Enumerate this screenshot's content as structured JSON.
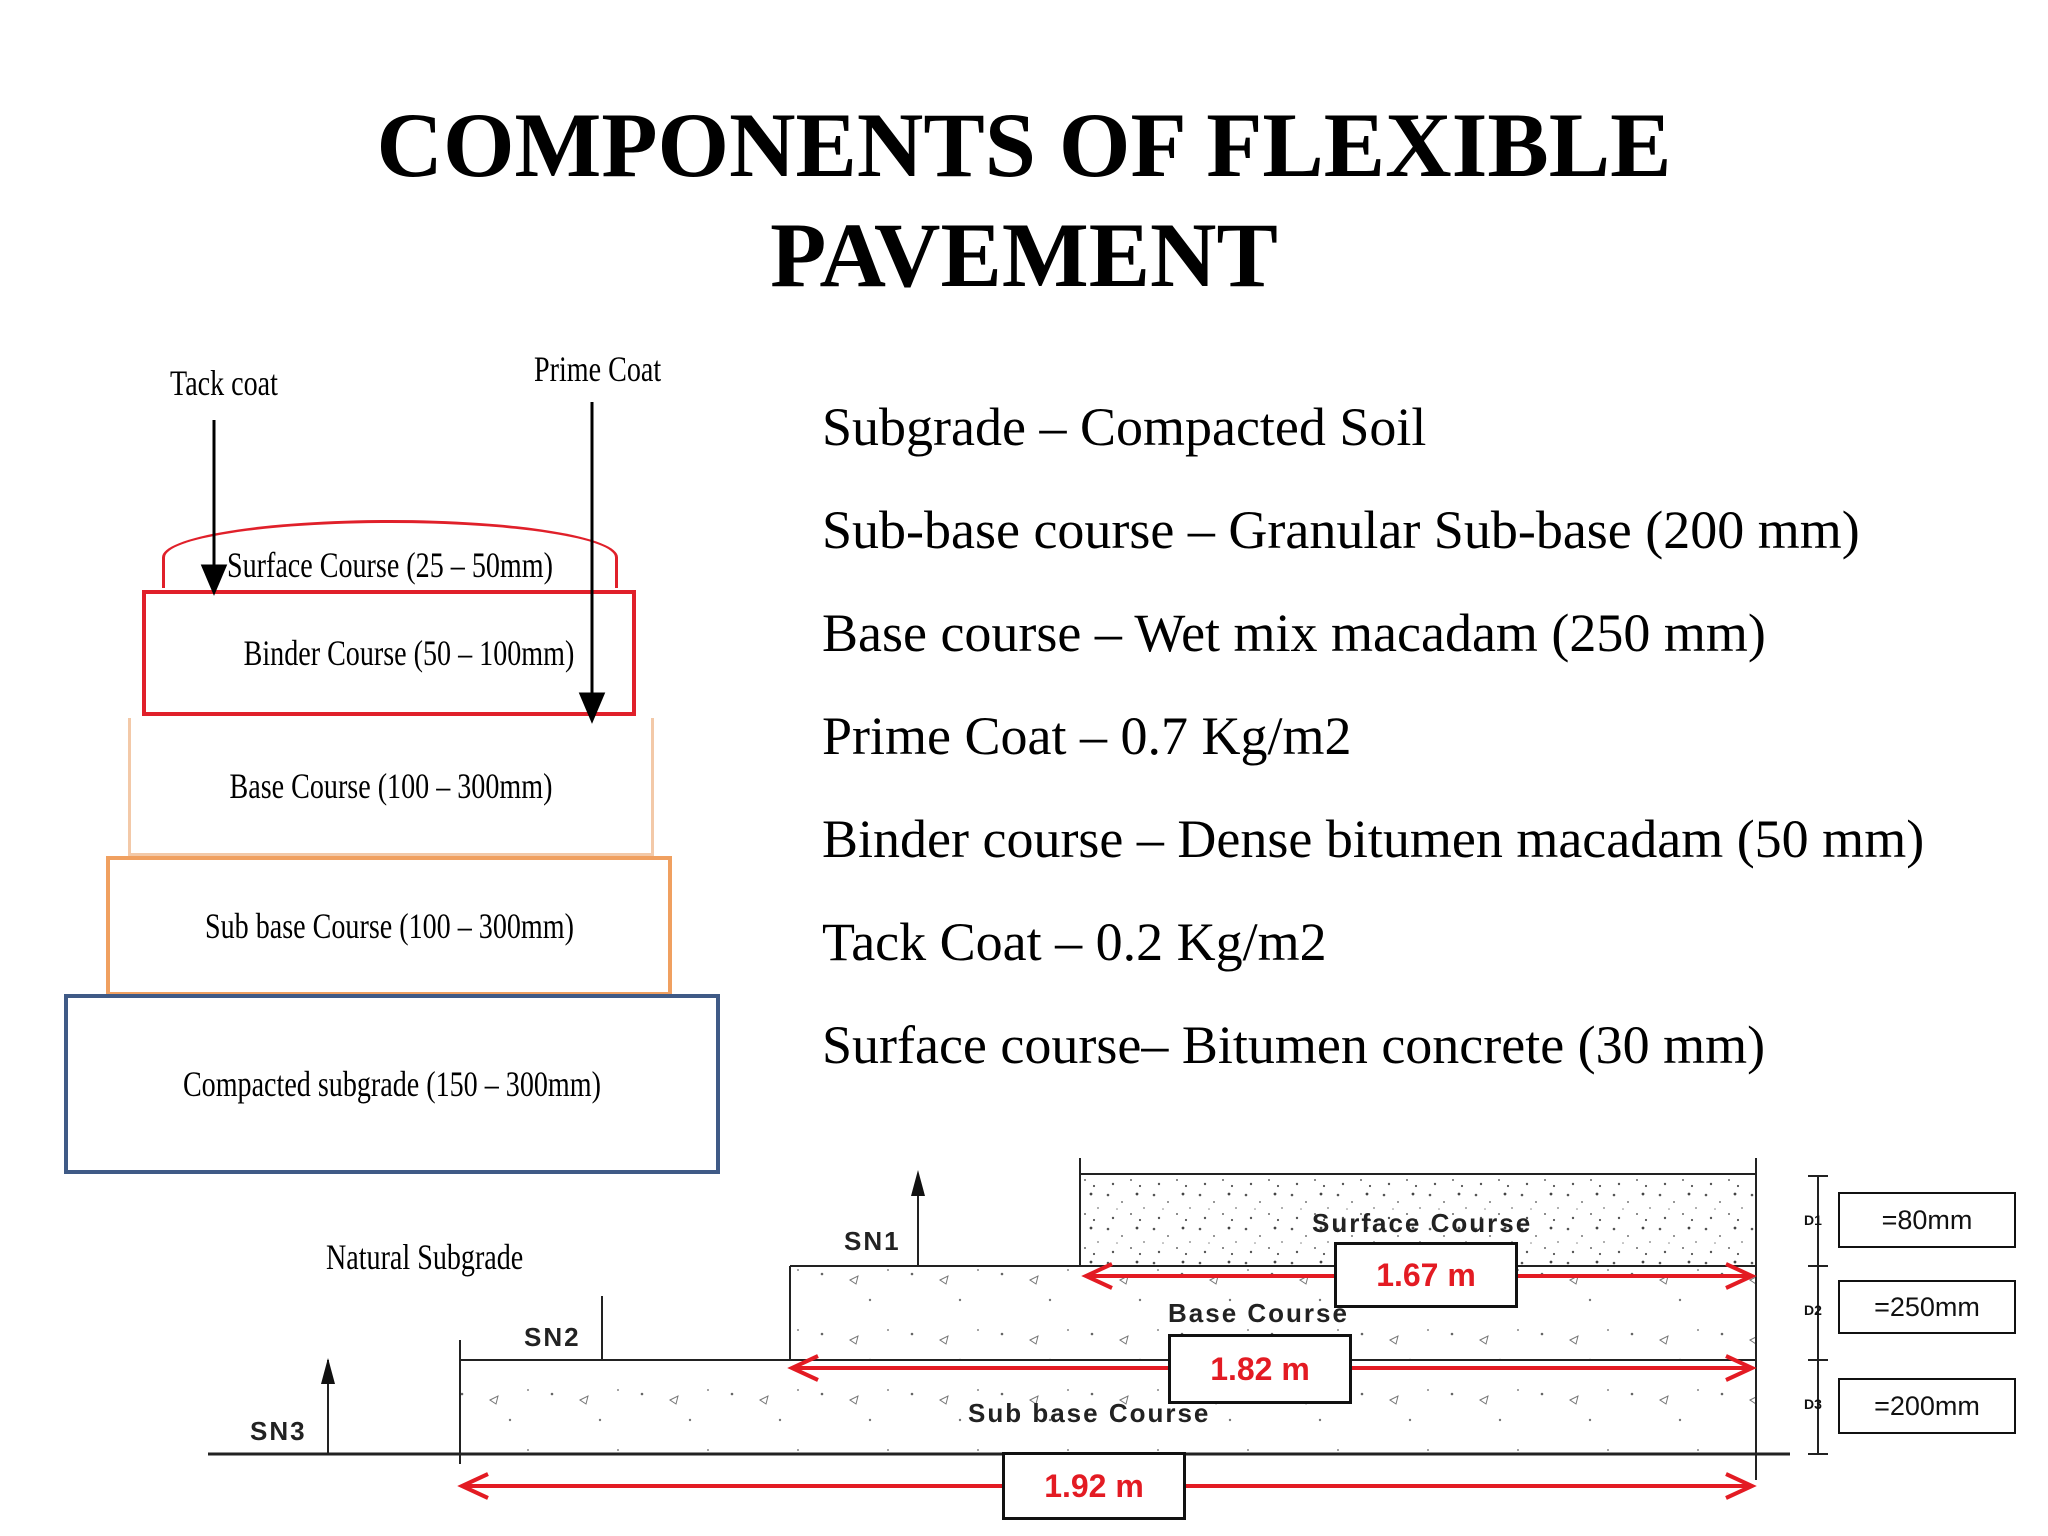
{
  "title": {
    "line1": "COMPONENTS OF FLEXIBLE",
    "line2": "PAVEMENT"
  },
  "layer_diagram": {
    "tack_coat": "Tack coat",
    "prime_coat": "Prime Coat",
    "layers": {
      "surface": "Surface Course (25 – 50mm)",
      "binder": "Binder Course (50 – 100mm)",
      "base": "Base Course (100 – 300mm)",
      "subbase": "Sub base Course (100 – 300mm)",
      "subgrade": "Compacted subgrade (150 – 300mm)"
    },
    "natural_subgrade": "Natural Subgrade",
    "colors": {
      "red": "#e0202a",
      "peach": "#f3c9a8",
      "orange": "#f0a060",
      "navy": "#3f5a86"
    }
  },
  "components": [
    "Subgrade – Compacted Soil",
    "Sub-base course – Granular Sub-base (200 mm)",
    "Base course – Wet mix macadam (250 mm)",
    "Prime Coat – 0.7 Kg/m2",
    "Binder course – Dense bitumen macadam (50 mm)",
    "Tack Coat – 0.2 Kg/m2",
    "Surface course– Bitumen concrete (30 mm)"
  ],
  "section_diagram": {
    "sn1": "SN1",
    "sn2": "SN2",
    "sn3": "SN3",
    "surface_course": "Surface Course",
    "base_course": "Base Course",
    "subbase_course": "Sub base Course",
    "width_surface": "1.67 m",
    "width_base": "1.82 m",
    "width_subbase": "1.92 m",
    "d1": "D1",
    "d2": "D2",
    "d3": "D3",
    "d1_value": "=80mm",
    "d2_value": "=250mm",
    "d3_value": "=200mm",
    "arrow_color": "#e31b23"
  }
}
